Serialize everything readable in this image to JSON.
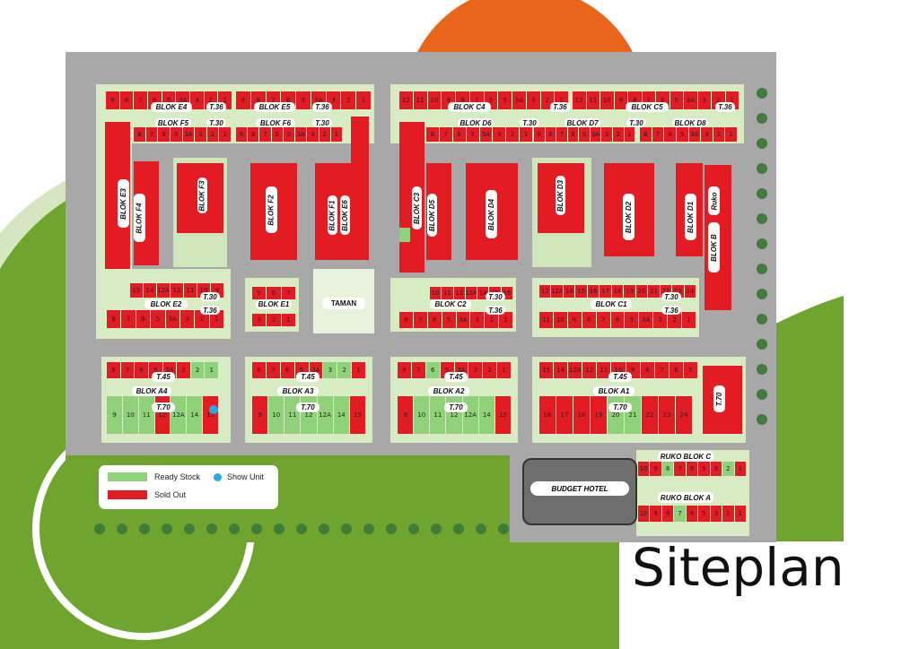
{
  "page": {
    "title": "Siteplan"
  },
  "colors": {
    "sold_out": "#e31b23",
    "ready_stock": "#8fd27a",
    "show_unit": "#27aae1",
    "road": "#a8a8a8",
    "sidewalk": "#d8ecc4",
    "green": "#6fa52f",
    "orange": "#e8651c"
  },
  "legend": {
    "ready_stock": "Ready Stock",
    "sold_out": "Sold Out",
    "show_unit": "Show Unit"
  },
  "park": {
    "label": "TAMAN"
  },
  "hotel": {
    "label": "BUDGET HOTEL"
  },
  "labels": {
    "blok_e4": "BLOK E4",
    "blok_e5": "BLOK E5",
    "blok_c4": "BLOK C4",
    "blok_c5": "BLOK C5",
    "blok_f5": "BLOK F5",
    "blok_f6": "BLOK F6",
    "blok_d6": "BLOK D6",
    "blok_d7": "BLOK D7",
    "blok_d8": "BLOK D8",
    "blok_e3": "BLOK E3",
    "blok_f4": "BLOK F4",
    "blok_f3": "BLOK F3",
    "blok_f2": "BLOK F2",
    "blok_f1": "BLOK F1",
    "blok_e6": "BLOK E6",
    "blok_c3": "BLOK C3",
    "blok_d5": "BLOK D5",
    "blok_d4": "BLOK D4",
    "blok_d3": "BLOK D3",
    "blok_d2": "BLOK D2",
    "blok_d1": "BLOK D1",
    "blok_b": "BLOK B",
    "ruko": "Ruko",
    "blok_e2": "BLOK E2",
    "blok_e1": "BLOK E1",
    "blok_c2": "BLOK C2",
    "blok_c1": "BLOK C1",
    "blok_a4": "BLOK A4",
    "blok_a3": "BLOK A3",
    "blok_a2": "BLOK A2",
    "blok_a1": "BLOK A1",
    "ruko_blok_c": "RUKO BLOK C",
    "ruko_blok_a": "RUKO BLOK A",
    "t36": "T.36",
    "t30": "T.30",
    "t45": "T.45",
    "t70": "T.70"
  },
  "units": {
    "e4_top": [
      "9",
      "8",
      "7",
      "6",
      "5",
      "3A",
      "3",
      "2",
      "1"
    ],
    "e5_top": [
      "9",
      "8",
      "7",
      "6",
      "5",
      "3A",
      "3",
      "2",
      "1"
    ],
    "f5_bot": [
      "8",
      "7",
      "6",
      "5",
      "3A",
      "3",
      "2",
      "1"
    ],
    "f6_bot": [
      "9",
      "8",
      "7",
      "6",
      "5",
      "3A",
      "3",
      "2",
      "1"
    ],
    "c4_top": [
      "12",
      "11",
      "10",
      "9",
      "8",
      "7",
      "6",
      "5",
      "3A",
      "3",
      "2",
      "1"
    ],
    "c5_top": [
      "12",
      "11",
      "10",
      "9",
      "8",
      "7",
      "6",
      "5",
      "3A",
      "3",
      "2",
      "1"
    ],
    "d6_bot": [
      "8",
      "7",
      "6",
      "5",
      "3A",
      "3",
      "2",
      "1"
    ],
    "d7_bot": [
      "9",
      "8",
      "7",
      "6",
      "5",
      "3A",
      "3",
      "2",
      "1"
    ],
    "d8_bot": [
      "8",
      "7",
      "6",
      "5",
      "3A",
      "3",
      "2",
      "1"
    ],
    "e2_top": [
      "15",
      "14",
      "12A",
      "12",
      "11",
      "10",
      "9"
    ],
    "e2_bot": [
      "8",
      "7",
      "6",
      "5",
      "3A",
      "3",
      "2",
      "1"
    ],
    "e1_top": [
      "5",
      "6",
      "7"
    ],
    "e1_bot": [
      "3",
      "2",
      "1"
    ],
    "c2_top": [
      "10",
      "11",
      "12",
      "12A",
      "14",
      "15",
      "16"
    ],
    "c2_bot": [
      "8",
      "7",
      "6",
      "5",
      "3A",
      "3",
      "2",
      "1"
    ],
    "c1_top": [
      "12",
      "12A",
      "14",
      "15",
      "16",
      "17",
      "18",
      "19",
      "20",
      "21",
      "22",
      "23",
      "24"
    ],
    "c1_bot": [
      "11",
      "10",
      "9",
      "8",
      "7",
      "6",
      "5",
      "3A",
      "3",
      "2",
      "1"
    ],
    "a4_top": [
      "8",
      "7",
      "6",
      "5",
      "3A",
      "3",
      "2",
      "1"
    ],
    "a4_bot": [
      "9",
      "10",
      "11",
      "12",
      "12A",
      "14",
      "15"
    ],
    "a3_top": [
      "8",
      "7",
      "6",
      "5",
      "3A",
      "3",
      "2",
      "1"
    ],
    "a3_bot": [
      "9",
      "10",
      "11",
      "12",
      "12A",
      "14",
      "15"
    ],
    "a2_top": [
      "8",
      "7",
      "6",
      "5",
      "3A",
      "3",
      "2",
      "1"
    ],
    "a2_bot": [
      "9",
      "10",
      "11",
      "12",
      "12A",
      "14",
      "15"
    ],
    "a1_top": [
      "15",
      "14",
      "12A",
      "12",
      "11",
      "10",
      "9",
      "8",
      "7",
      "6",
      "5"
    ],
    "a1_bot": [
      "16",
      "17",
      "18",
      "19",
      "20",
      "21",
      "22",
      "23",
      "24"
    ],
    "ruko_c": [
      "10",
      "9",
      "8",
      "7",
      "6",
      "5",
      "3",
      "2",
      "1"
    ],
    "ruko_a": [
      "10",
      "9",
      "8",
      "7",
      "6",
      "5",
      "3",
      "2",
      "1"
    ]
  }
}
